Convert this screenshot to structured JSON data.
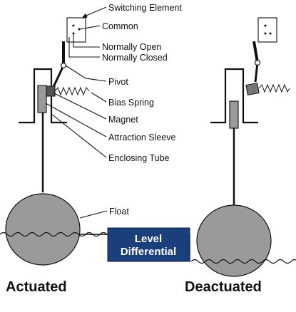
{
  "labels": {
    "switching_element": "Switching Element",
    "common": "Common",
    "normally_open": "Normally Open",
    "normally_closed": "Normally Closed",
    "pivot": "Pivot",
    "bias_spring": "Bias Spring",
    "magnet": "Magnet",
    "attraction_sleeve": "Attraction Sleeve",
    "enclosing_tube": "Enclosing Tube",
    "float": "Float"
  },
  "level_box": {
    "line1": "Level",
    "line2": "Differential"
  },
  "states": {
    "left": "Actuated",
    "right": "Deactuated"
  },
  "colors": {
    "float_fill": "#9a9a9a",
    "sleeve_fill": "#9a9a9a",
    "box_fill": "#1b3f7a",
    "box_text": "#ffffff",
    "line": "#111111"
  }
}
